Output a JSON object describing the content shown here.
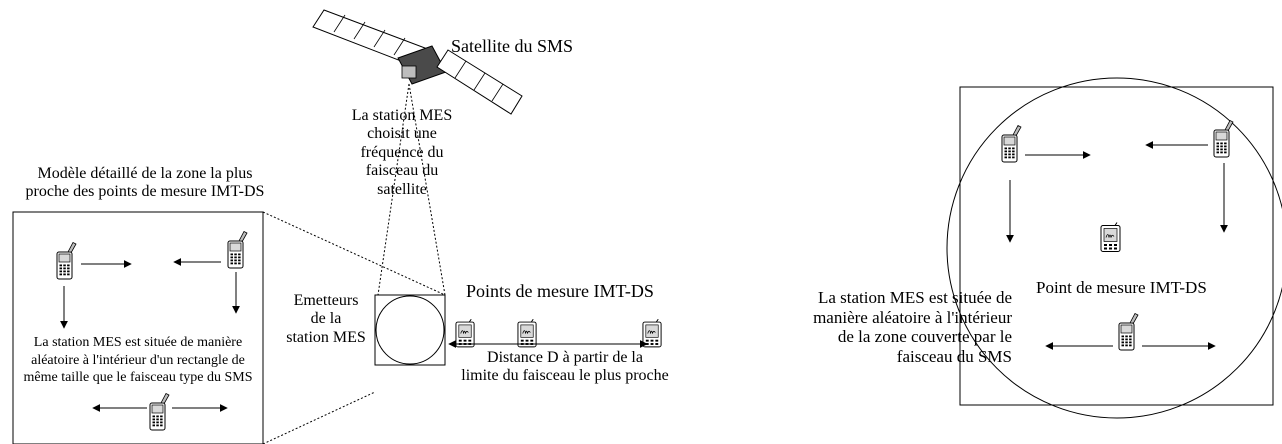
{
  "labels": {
    "satellite": "Satellite du SMS",
    "mes_choice": "La station MES\nchoisit une\nfréquence du\nfaisceau du\nsatellite",
    "detailed_model": "Modèle détaillé de la zone la plus\nproche des points de mesure IMT-DS",
    "emitters": "Emetteurs\nde la\nstation MES",
    "measure_points": "Points de mesure IMT-DS",
    "distance": "Distance D à partir de la\nlimite du faisceau le plus proche",
    "left_box_text": "La station MES est située de manière\naléatoire à l'intérieur d'un rectangle de\nmême taille que le faisceau type du SMS",
    "right_random": "La station MES est située de\nmanière aléatoire à l'intérieur\nde la zone couverte par le\nfaisceau du SMS",
    "right_point": "Point de mesure IMT-DS"
  },
  "colors": {
    "ink": "#000000",
    "device_screen": "#d9d9d9",
    "panel_dark": "#4a4a4a",
    "panel_light": "#bdbdbd"
  },
  "icons": [
    "satellite-icon",
    "mobile-phone-icon",
    "pda-icon",
    "arrow-icon"
  ]
}
